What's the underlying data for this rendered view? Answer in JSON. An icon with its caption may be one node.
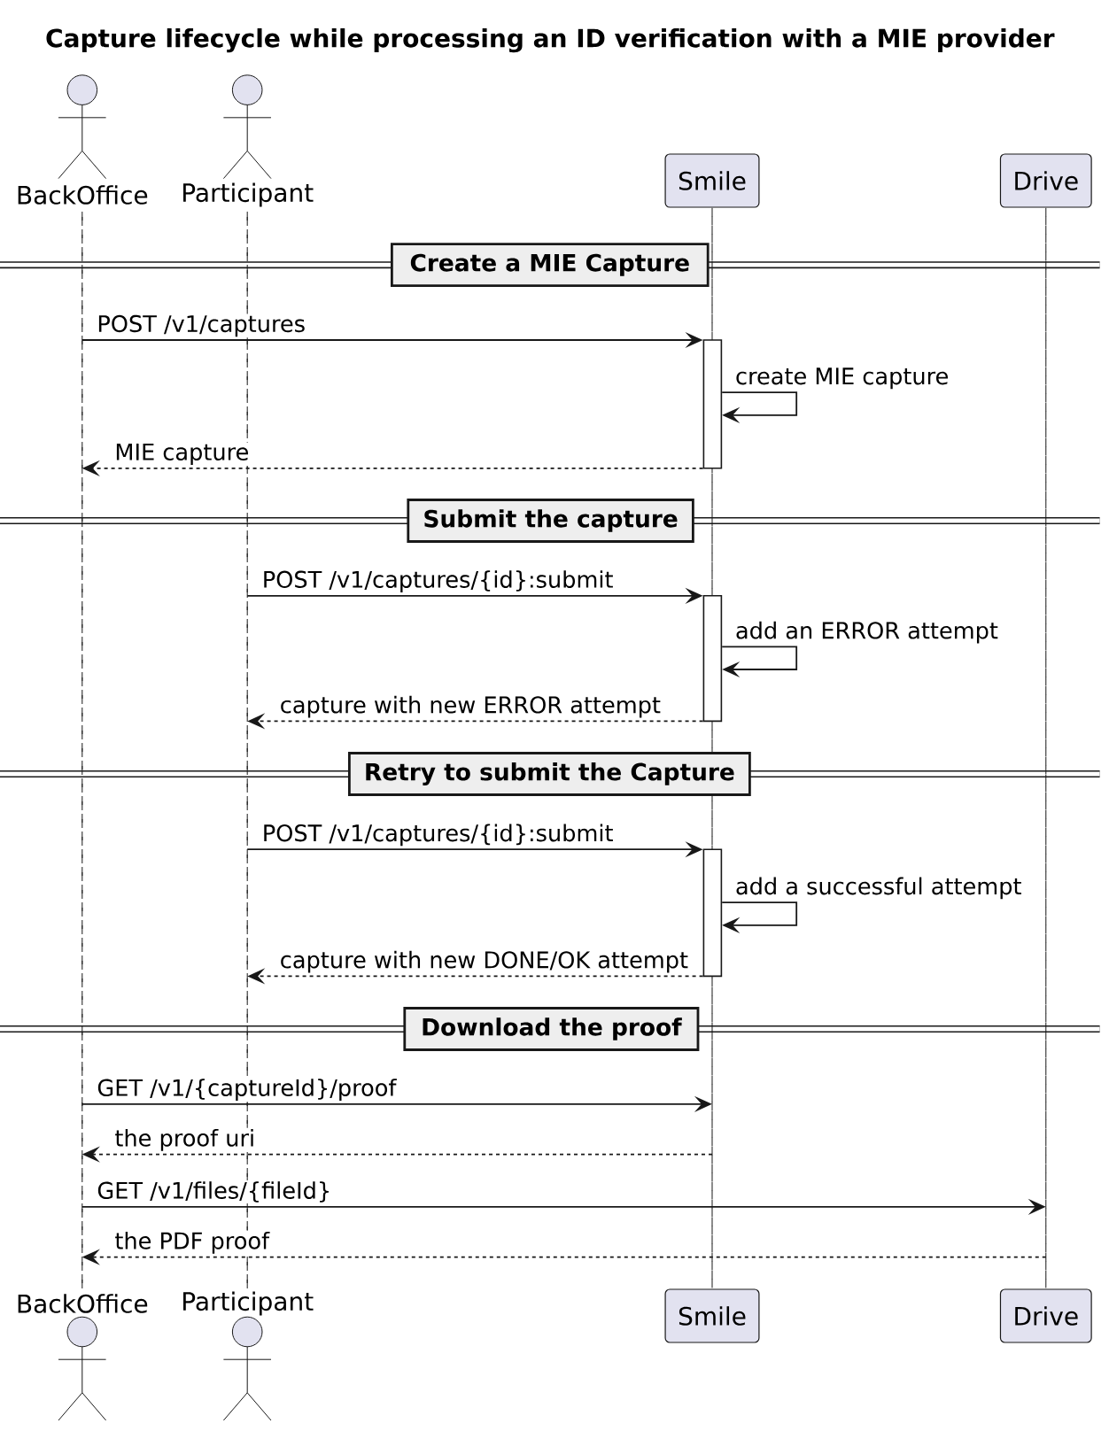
{
  "diagram": {
    "title": "Capture lifecycle while processing an ID verification with a MIE provider",
    "nodes": [
      {
        "text": [
          "BackOffice"
        ]
      },
      {
        "text": [
          "Participant"
        ]
      },
      {
        "text": [
          "Smile"
        ]
      },
      {
        "text": [
          "Drive"
        ]
      },
      {
        "text": [],
        "shape": "line"
      },
      {
        "text": [],
        "shape": "line"
      },
      {
        "text": [],
        "shape": "line"
      },
      {
        "text": [],
        "shape": "line"
      },
      {
        "text": [
          "Create a MIE Capture"
        ]
      },
      {
        "text": [],
        "shape": "bar"
      },
      {
        "text": [
          "Submit the capture"
        ]
      },
      {
        "text": [],
        "shape": "bar"
      },
      {
        "text": [
          "Retry to submit the Capture"
        ]
      },
      {
        "text": [],
        "shape": "bar"
      },
      {
        "text": [
          "Download the proof"
        ]
      },
      {
        "text": [
          "BackOffice"
        ]
      },
      {
        "text": [
          "Participant"
        ]
      },
      {
        "text": [
          "Smile"
        ]
      },
      {
        "text": [
          "Drive"
        ]
      }
    ],
    "edges": [
      {
        "from": 4,
        "to": 9,
        "arrow": "to",
        "label": "POST /v1/captures"
      },
      {
        "from": 9,
        "to": 9,
        "arrow": "to",
        "label": "create MIE capture"
      },
      {
        "from": 9,
        "to": 4,
        "arrow": "to",
        "label": "MIE capture",
        "style": "dashed"
      },
      {
        "from": 5,
        "to": 11,
        "arrow": "to",
        "label": "POST /v1/captures/{id}:submit"
      },
      {
        "from": 11,
        "to": 11,
        "arrow": "to",
        "label": "add an ERROR attempt"
      },
      {
        "from": 11,
        "to": 5,
        "arrow": "to",
        "label": "capture with new ERROR attempt",
        "style": "dashed"
      },
      {
        "from": 5,
        "to": 13,
        "arrow": "to",
        "label": "POST /v1/captures/{id}:submit"
      },
      {
        "from": 13,
        "to": 13,
        "arrow": "to",
        "label": "add a successful attempt"
      },
      {
        "from": 13,
        "to": 5,
        "arrow": "to",
        "label": "capture with new DONE/OK attempt",
        "style": "dashed"
      },
      {
        "from": 4,
        "to": 6,
        "arrow": "to",
        "label": "GET /v1/{captureId}/proof"
      },
      {
        "from": 6,
        "to": 4,
        "arrow": "to",
        "label": "the proof uri",
        "style": "dashed"
      },
      {
        "from": 4,
        "to": 7,
        "arrow": "to",
        "label": "GET /v1/files/{fileId}"
      },
      {
        "from": 7,
        "to": 4,
        "arrow": "to",
        "label": "the PDF proof",
        "style": "dashed"
      }
    ]
  }
}
